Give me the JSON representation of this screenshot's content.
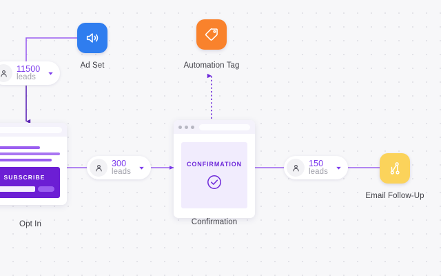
{
  "canvas": {
    "background_color": "#f7f7f9",
    "dot_color": "#e3e3e8",
    "wire_color": "#7c3aed"
  },
  "nodes": {
    "ad_set": {
      "label": "Ad Set",
      "icon": "speaker-megaphone-icon",
      "color": "#2f7def"
    },
    "automation_tag": {
      "label": "Automation Tag",
      "icon": "tag-icon",
      "color": "#f9822c"
    },
    "opt_in": {
      "label": "Opt In",
      "subscribe_label": "SUBSCRIBE"
    },
    "confirmation": {
      "label": "Confirmation",
      "screen_title": "CONFIRMATION",
      "check_icon": "check-circle-icon"
    },
    "email_follow_up": {
      "label": "Email Follow-Up",
      "icon": "workflow-branch-icon",
      "color": "#fbd35b"
    }
  },
  "badges": [
    {
      "id": "leads-source",
      "count": "11500",
      "unit": "leads",
      "icon": "person-icon",
      "caret": "chevron-down-icon"
    },
    {
      "id": "leads-optin",
      "count": "300",
      "unit": "leads",
      "icon": "person-icon",
      "caret": "chevron-down-icon"
    },
    {
      "id": "leads-confirm",
      "count": "150",
      "unit": "leads",
      "icon": "person-icon",
      "caret": "chevron-down-icon"
    }
  ]
}
